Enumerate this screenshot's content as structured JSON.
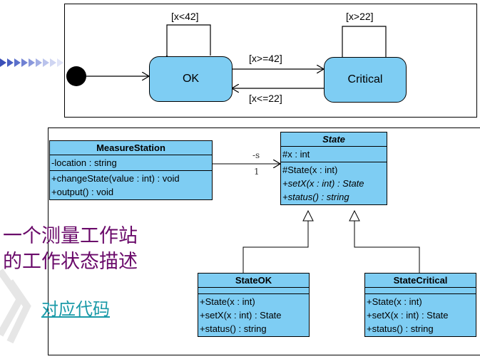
{
  "state_diagram": {
    "states": {
      "ok": "OK",
      "critical": "Critical"
    },
    "transitions": {
      "ok_self": "[x<42]",
      "critical_self": "[x>22]",
      "ok_to_critical": "[x>=42]",
      "critical_to_ok": "[x<=22]"
    }
  },
  "class_diagram": {
    "measure_station": {
      "name": "MeasureStation",
      "attributes": [
        "-location : string"
      ],
      "operations": [
        "+changeState(value : int) : void",
        "+output() : void"
      ]
    },
    "state": {
      "name": "State",
      "attributes": [
        "#x : int"
      ],
      "operations": [
        "#State(x : int)",
        "+setX(x : int) : State",
        "+status() : string"
      ]
    },
    "state_ok": {
      "name": "StateOK",
      "operations": [
        "+State(x : int)",
        "+setX(x : int) : State",
        "+status() : string"
      ]
    },
    "state_critical": {
      "name": "StateCritical",
      "operations": [
        "+State(x : int)",
        "+setX(x : int) : State",
        "+status() : string"
      ]
    },
    "association": {
      "role": "-s",
      "multiplicity": "1"
    }
  },
  "caption": {
    "line1": "一个测量工作站",
    "line2": "的工作状态描述"
  },
  "link": {
    "label": "对应代码"
  },
  "colors": {
    "fill": "#7ecdf3",
    "caption": "#6a0a6a",
    "link": "#1a9aa8"
  }
}
